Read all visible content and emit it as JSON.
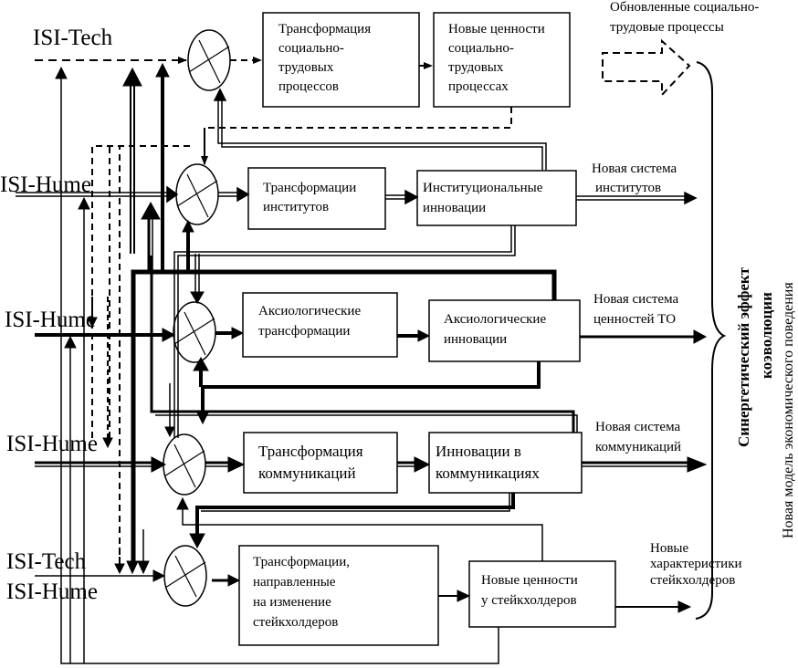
{
  "inputs": {
    "row1": "ISI-Tech",
    "row2": "ISI-Hume",
    "row3": "ISI-Hume",
    "row4": "ISI-Hume",
    "row5a": "ISI-Tech",
    "row5b": "ISI-Hume"
  },
  "boxes": {
    "b1a": [
      "Трансформация",
      "социально-",
      "трудовых",
      "процессов"
    ],
    "b1b": [
      "Новые ценности",
      "социально-",
      "трудовых",
      "процессах"
    ],
    "b2a": [
      "Трансформации",
      "институтов"
    ],
    "b2b": [
      "Институциональные",
      "инновации"
    ],
    "b3a": [
      "Аксиологические",
      "трансформации"
    ],
    "b3b": [
      "Аксиологические",
      "инновации"
    ],
    "b4a": [
      "Трансформация",
      "коммуникаций"
    ],
    "b4b": [
      "Инновации в",
      "коммуникациях"
    ],
    "b5a": [
      "Трансформации,",
      "направленные",
      "на изменение",
      "стейкхолдеров"
    ],
    "b5b": [
      "Новые ценности",
      "у стейкхолдеров"
    ]
  },
  "outputs": {
    "o1": [
      "Обновленные социально-",
      "трудовые процессы"
    ],
    "o2": [
      "Новая система",
      "институтов"
    ],
    "o3": [
      "Новая система",
      "ценностей ТО"
    ],
    "o4": [
      "Новая система",
      "коммуникаций"
    ],
    "o5": [
      "Новые",
      "характеристики",
      "стейкхолдеров"
    ]
  },
  "side": {
    "effect_line1": "Синергетический эффект",
    "effect_line2": "коэволюции",
    "result": "Новая модель экономического поведения"
  }
}
